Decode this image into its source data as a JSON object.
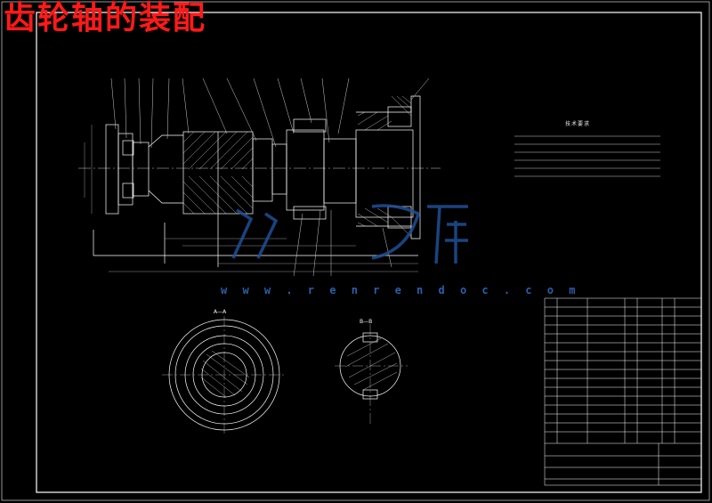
{
  "title": "齿轮轴的装配",
  "watermark_url": "w w w . r e n r e n d o c . c o m",
  "section_labels": {
    "aa": "A—A",
    "bb": "B—B"
  },
  "tech_requirements_title": "技术要求",
  "colors": {
    "background": "#000000",
    "lines": "#ffffff",
    "title": "#ff1a1a",
    "watermark": "#2b5fa8"
  }
}
